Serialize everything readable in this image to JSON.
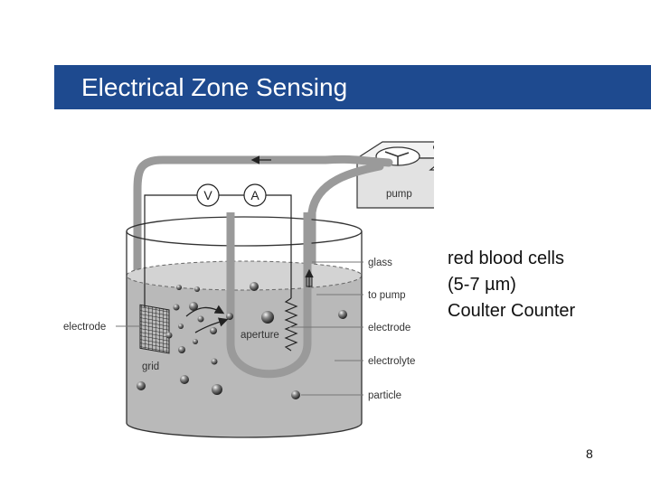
{
  "slide": {
    "title": "Electrical Zone Sensing",
    "notes": [
      "red blood cells",
      "(5-7 µm)",
      "Coulter Counter"
    ],
    "page_number": "8",
    "colors": {
      "title_bar": "#1e4a8f",
      "title_text": "#ffffff",
      "electrolyte": "#b9b9b9",
      "tube": "#9a9a9a"
    }
  },
  "diagram": {
    "labels": {
      "voltmeter": "V",
      "ammeter": "A",
      "pump": "pump",
      "glass": "glass",
      "to_pump": "to pump",
      "electrode_right": "electrode",
      "electrolyte": "electrolyte",
      "particle": "particle",
      "electrode_left": "electrode",
      "grid": "grid",
      "aperture": "aperture"
    }
  }
}
